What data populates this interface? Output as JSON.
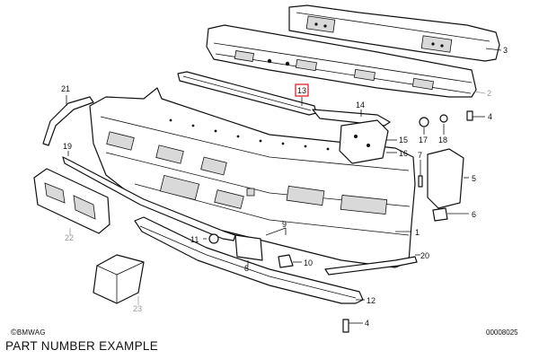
{
  "diagram": {
    "code": "00008025",
    "copyright": "BMWAG",
    "copyright_symbol": "©",
    "caption": "PART NUMBER EXAMPLE",
    "highlight_color": "#e0242a",
    "callouts": {
      "c1": "1",
      "c2": "2",
      "c3": "3",
      "c4a": "4",
      "c4b": "4",
      "c5": "5",
      "c6": "6",
      "c7": "7",
      "c8": "8",
      "c9": "9",
      "c10": "10",
      "c11": "11",
      "c12": "12",
      "c13": "13",
      "c14": "14",
      "c15": "15",
      "c16": "16",
      "c17": "17",
      "c18": "18",
      "c19": "19",
      "c20": "20",
      "c21": "21",
      "c22": "22",
      "c23": "23"
    },
    "highlighted_callout": "13"
  }
}
